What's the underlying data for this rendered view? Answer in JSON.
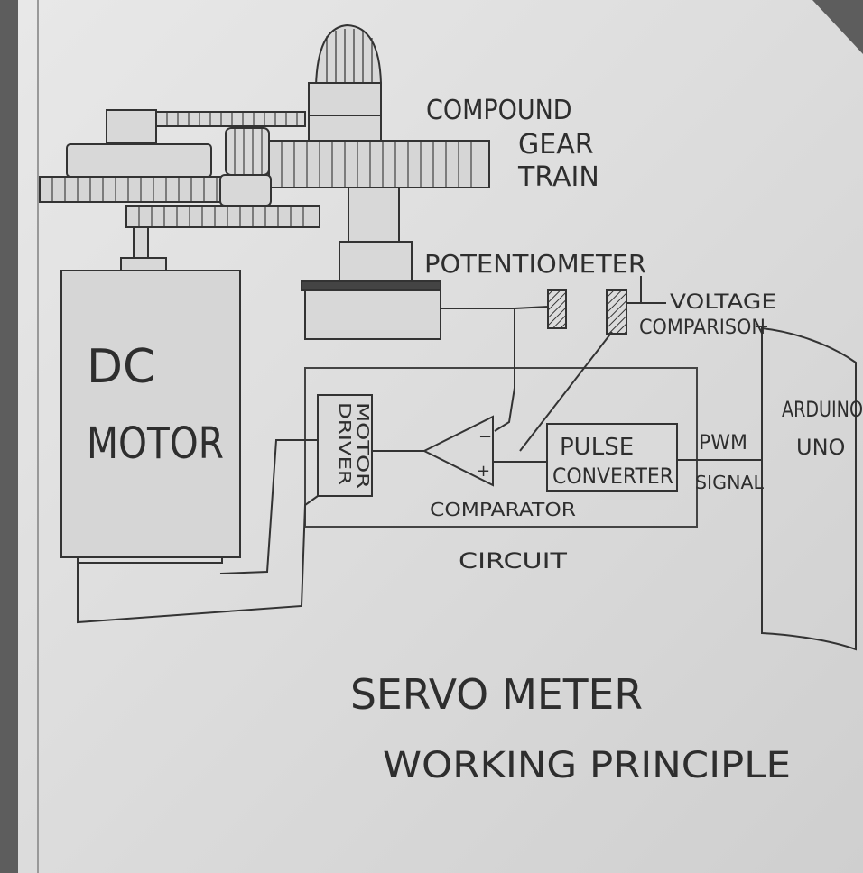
{
  "diagram": {
    "labels": {
      "compound_gear_train": [
        "COMPOUND",
        "GEAR",
        "TRAIN"
      ],
      "potentiometer": "POTENTIOMETER",
      "voltage_comparison": [
        "VOLTAGE",
        "COMPARISON"
      ],
      "dc_motor": [
        "DC",
        "MOTOR"
      ],
      "motor_driver": [
        "MOTOR",
        "DRIVER"
      ],
      "pulse_converter": [
        "PULSE",
        "CONVERTER"
      ],
      "pwm_signal": [
        "PWM",
        "SIGNAL"
      ],
      "arduino_uno": [
        "ARDUINO",
        "UNO"
      ],
      "comparator": "COMPARATOR",
      "circuit": "CIRCUIT",
      "comparator_plus": "+",
      "comparator_minus": "−"
    },
    "title": [
      "SERVO METER",
      "WORKING PRINCIPLE"
    ]
  }
}
